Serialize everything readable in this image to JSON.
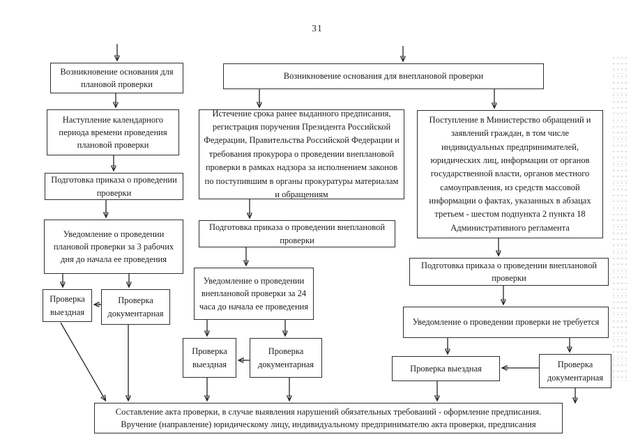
{
  "page_number": "31",
  "ink_color": "#232323",
  "flowchart": {
    "planned": {
      "origin": "Возникновение основания для плановой проверки",
      "calendar": "Наступление календарного периода времени проведения плановой проверки",
      "order": "Подготовка приказа о проведении проверки",
      "notice": "Уведомление о проведении плановой проверки за 3 рабочих дня до начала ее проведения",
      "field": "Проверка выездная",
      "documentary": "Проверка документарная"
    },
    "unplanned_origin": "Возникновение основания для внеплановой проверки",
    "prosecutor": {
      "grounds": "Истечение срока ранее выданного предписания, регистрация поручения Президента Российской Федерации, Правительства Российской Федерации и требования прокурора о проведении внеплановой проверки в рамках надзора за исполнением законов по поступившим в органы прокуратуры материалам и обращениям",
      "order": "Подготовка приказа о проведении внеплановой проверки",
      "notice": "Уведомление о проведении внеплановой проверки за 24 часа до начала ее проведения",
      "field": "Проверка выездная",
      "documentary": "Проверка документарная"
    },
    "ministry": {
      "grounds": "Поступление в Министерство обращений и заявлений граждан, в том числе индивидуальных предпринимателей, юридических лиц, информации от органов государственной власти, органов местного самоуправления, из средств массовой информации о фактах, указанных в абзацах третьем - шестом подпункта 2 пункта 18 Административного регламента",
      "order": "Подготовка приказа о проведении внеплановой проверки",
      "notice": "Уведомление  о проведении проверки не требуется",
      "field": "Проверка выездная",
      "documentary": "Проверка документарная"
    },
    "final_line1": "Составление акта проверки, в случае выявления нарушений обязательных требований - оформление предписания.",
    "final_line2": "Вручение (направление) юридическому лицу, индивидуальному предпринимателю акта проверки, предписания"
  }
}
